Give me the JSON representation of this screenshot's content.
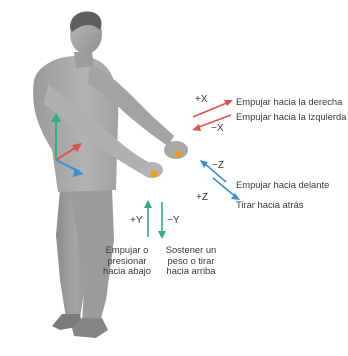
{
  "colors": {
    "red": "#e0504e",
    "blue": "#3d8fd0",
    "green": "#2fae84",
    "orange": "#f29a1c",
    "figure": "#a6a6a6",
    "text": "#3a3a3a"
  },
  "axes": {
    "plus_x": "+X",
    "minus_x": "−X",
    "minus_z": "−Z",
    "plus_z": "+Z",
    "plus_y": "+Y",
    "minus_y": "−Y"
  },
  "descriptions": {
    "push_right": "Empujar hacia la derecha",
    "push_left": "Empujar hacia la izquierda",
    "push_forward": "Empujar hacia delante",
    "pull_back": "Tirar hacia atrás",
    "push_down": "Empujar o presionar hacia abajo",
    "hold_weight": "Sostener un peso o tirar hacia arriba"
  }
}
